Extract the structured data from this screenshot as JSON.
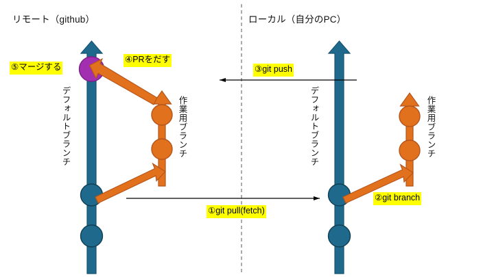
{
  "diagram": {
    "title_remote": "リモート（github）",
    "title_local": "ローカル（自分のPC）",
    "branch_label_default": "デフォルトブランチ",
    "branch_label_work": "作業用ブランチ",
    "steps": [
      {
        "id": "step1",
        "label": "①git pull(fetch)",
        "direction": "remote-to-local"
      },
      {
        "id": "step2",
        "label": "②git branch",
        "direction": "local-default-to-local-work"
      },
      {
        "id": "step3",
        "label": "③git push",
        "direction": "local-to-remote"
      },
      {
        "id": "step4",
        "label": "④PRをだす",
        "direction": "remote-work-to-remote-default"
      },
      {
        "id": "step5",
        "label": "⑤マージする",
        "direction": "merge-commit"
      }
    ],
    "colors": {
      "default_branch": "#1F6A8C",
      "default_branch_stroke": "#15536f",
      "work_branch": "#E2711D",
      "work_branch_stroke": "#b4541a",
      "merge_commit": "#A12FB0",
      "merge_commit_stroke": "#7c1f89",
      "highlight": "#ffff00",
      "divider": "#555555",
      "text": "#111111",
      "background": "#ffffff"
    }
  }
}
